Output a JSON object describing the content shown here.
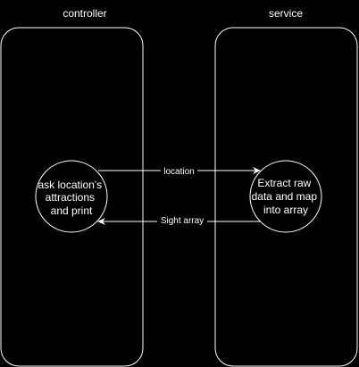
{
  "lanes": {
    "controller": {
      "title": "controller"
    },
    "service": {
      "title": "service"
    }
  },
  "nodes": {
    "controller_task": {
      "lines": [
        "ask location's",
        "attractions",
        "and print"
      ]
    },
    "service_task": {
      "lines": [
        "Extract raw",
        "data and map",
        "into array"
      ]
    }
  },
  "edges": {
    "request": {
      "label": "location"
    },
    "response": {
      "label": "Sight array"
    }
  },
  "colors": {
    "background": "#000000",
    "stroke": "#ffffff",
    "text": "#ffffff"
  }
}
